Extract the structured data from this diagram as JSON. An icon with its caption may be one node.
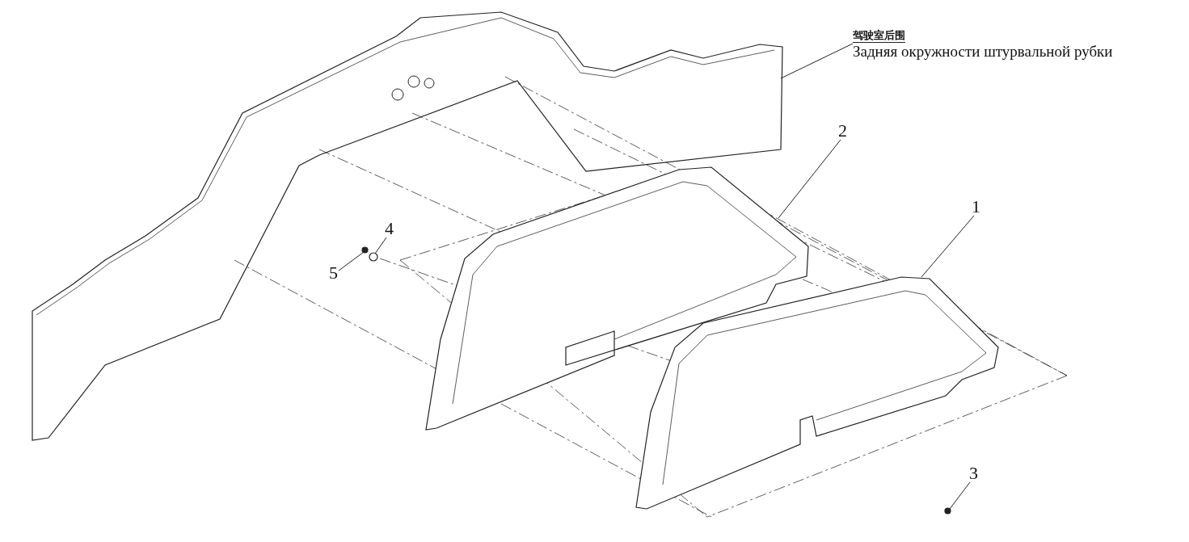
{
  "diagram": {
    "nodes": [
      {
        "text": [
          "驾驶室后围",
          "Задняя окружности штурвальной рубки"
        ]
      },
      {
        "text": [],
        "shape": "picture"
      },
      {
        "text": [
          "2"
        ]
      },
      {
        "text": [],
        "shape": "picture"
      },
      {
        "text": [
          "1"
        ]
      },
      {
        "text": [],
        "shape": "picture"
      },
      {
        "text": [
          "4"
        ]
      },
      {
        "text": [],
        "shape": "circle"
      },
      {
        "text": [
          "5"
        ]
      },
      {
        "text": [],
        "shape": "circle"
      },
      {
        "text": [
          "3"
        ]
      },
      {
        "text": [],
        "shape": "circle"
      }
    ],
    "edges": [
      {
        "from": 0,
        "to": 1,
        "arrow": "none"
      },
      {
        "from": 2,
        "to": 3,
        "arrow": "none"
      },
      {
        "from": 4,
        "to": 5,
        "arrow": "none"
      },
      {
        "from": 6,
        "to": 7,
        "arrow": "none"
      },
      {
        "from": 8,
        "to": 9,
        "arrow": "none"
      },
      {
        "from": 10,
        "to": 11,
        "arrow": "none"
      }
    ]
  }
}
